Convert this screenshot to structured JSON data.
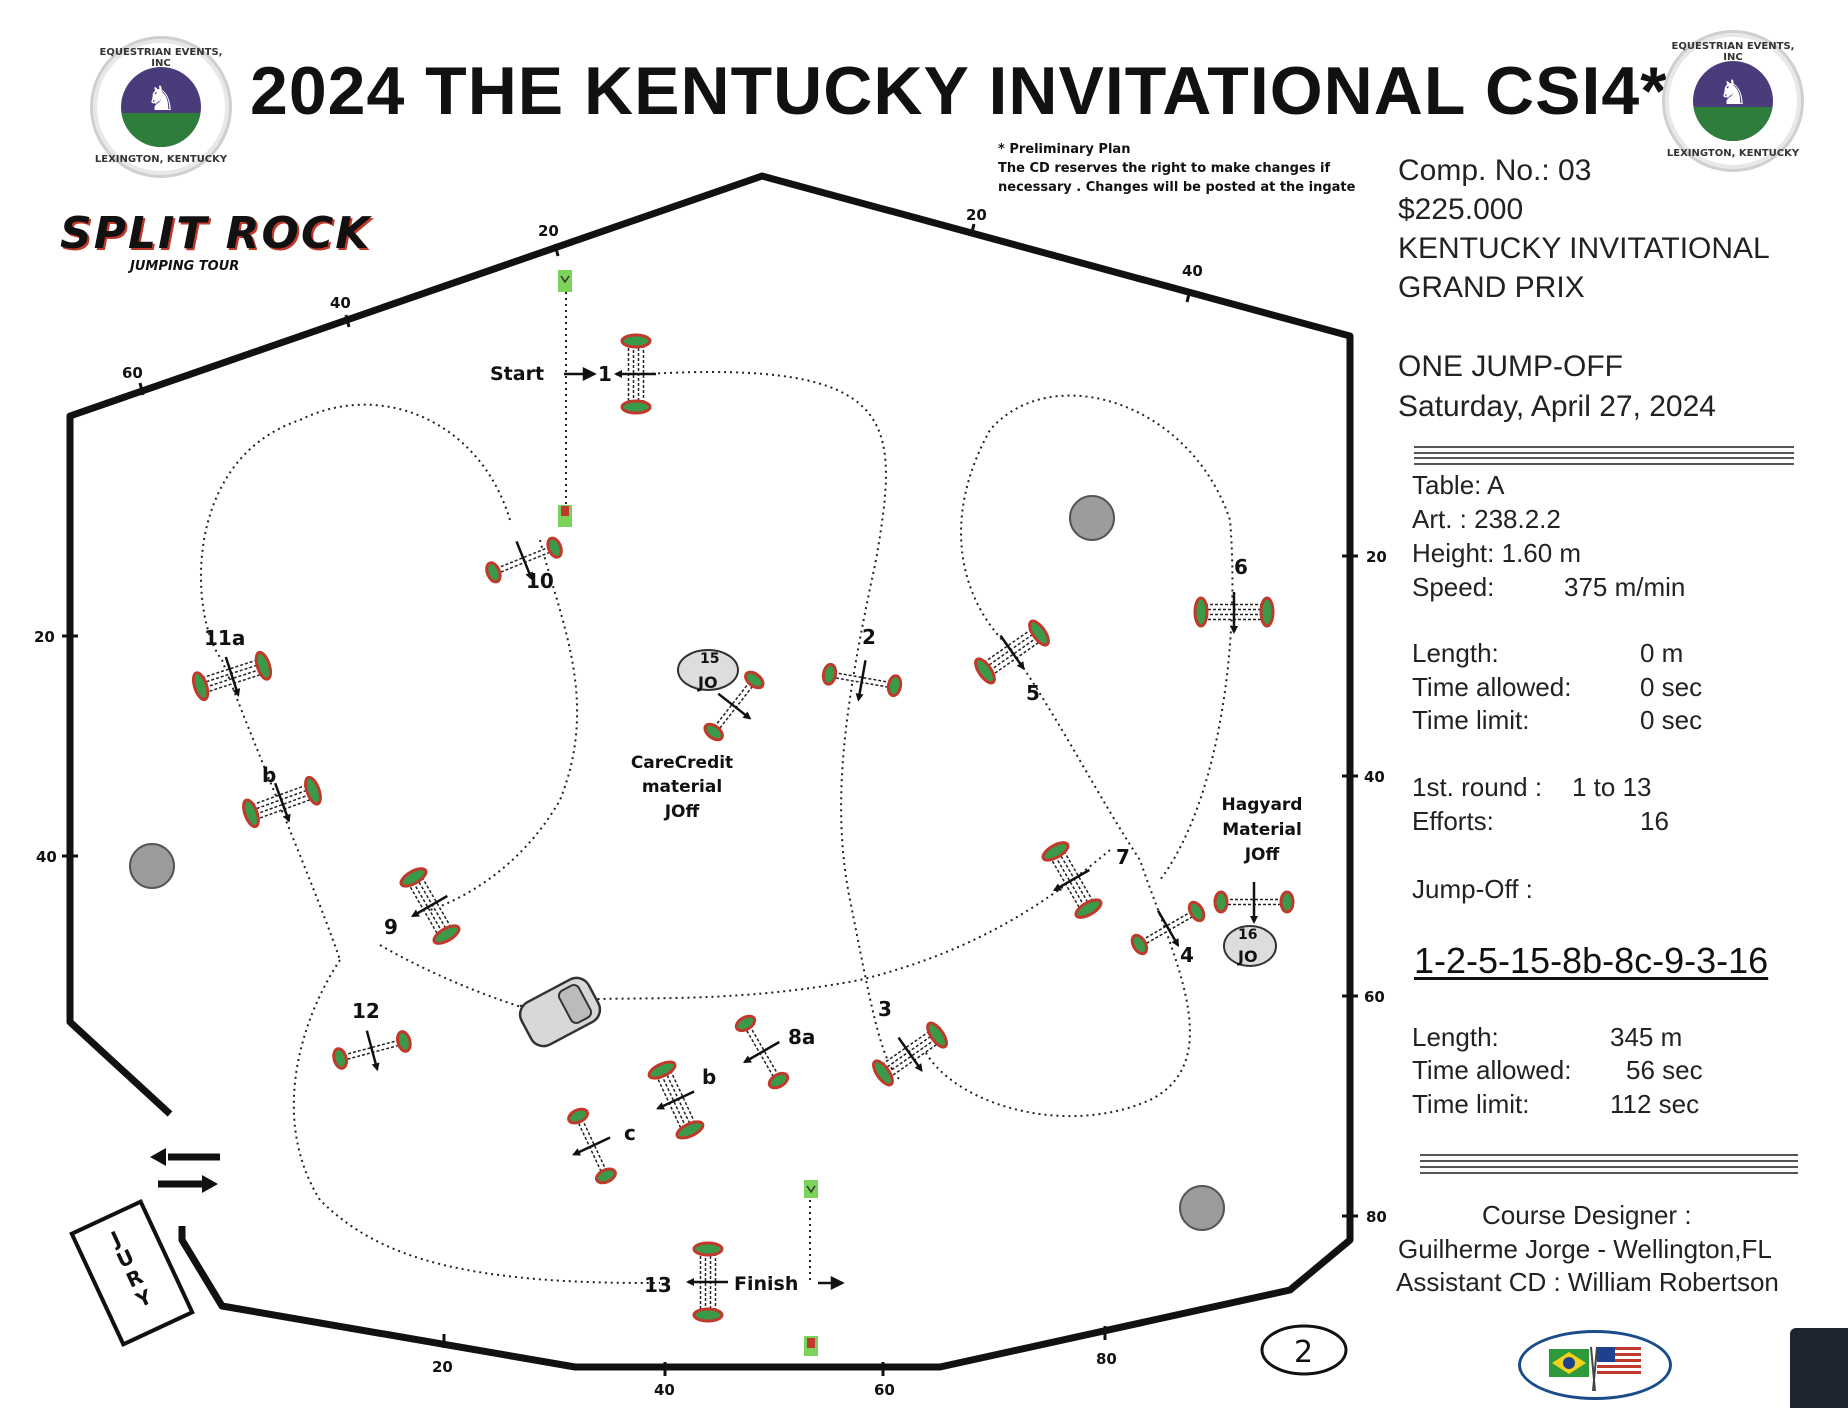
{
  "header": {
    "title": "2024  THE KENTUCKY INVITATIONAL  CSI4*",
    "logo_left_text_top": "EQUESTRIAN EVENTS, INC",
    "logo_left_text_bottom": "LEXINGTON, KENTUCKY",
    "logo_right_text_top": "EQUESTRIAN EVENTS, INC",
    "logo_right_text_bottom": "LEXINGTON, KENTUCKY",
    "sponsor_brand": "SPLIT ROCK",
    "sponsor_sub": "JUMPING TOUR"
  },
  "notes": {
    "line1": "* Preliminary Plan",
    "line2": "The CD reserves the right to make changes if",
    "line3": "necessary . Changes will be posted at the ingate"
  },
  "competition": {
    "comp_no": "Comp. No.: 03",
    "prize": "$225.000",
    "name1": "KENTUCKY INVITATIONAL",
    "name2": "GRAND PRIX",
    "format": "ONE JUMP-OFF",
    "date": "Saturday, April 27, 2024"
  },
  "specs": {
    "table": "Table: A",
    "art": "Art. :   238.2.2",
    "height": "Height: 1.60  m",
    "speed_label": "Speed:",
    "speed_value": "375  m/min",
    "length_label": "Length:",
    "length_value": "0    m",
    "time_allowed_label": "Time allowed:",
    "time_allowed_value": "0  sec",
    "time_limit_label": "Time limit:",
    "time_limit_value": "0  sec",
    "round_label": "1st. round :",
    "round_value": "1  to 13",
    "efforts_label": "Efforts:",
    "efforts_value": "16",
    "jumpoff_label": "Jump-Off  :",
    "jumpoff_sequence": "1-2-5-15-8b-8c-9-3-16",
    "jo_length_label": "Length:",
    "jo_length_value": "345    m",
    "jo_time_allowed_label": "Time allowed:",
    "jo_time_allowed_value": "56  sec",
    "jo_time_limit_label": "Time limit:",
    "jo_time_limit_value": "112  sec"
  },
  "designer": {
    "label": "Course Designer  :",
    "name": "Guilherme Jorge - Wellington,FL",
    "assistant": "Assistant CD : William Robertson"
  },
  "arena": {
    "top_scale": [
      "60",
      "40",
      "20",
      "20",
      "40"
    ],
    "left_scale": [
      "20",
      "40"
    ],
    "right_scale": [
      "20",
      "40",
      "60",
      "80"
    ],
    "bottom_scale": [
      "20",
      "40",
      "60",
      "80"
    ],
    "jury": "J\nU\nR\nY",
    "page_number": "2"
  },
  "course": {
    "start": "Start",
    "finish": "Finish",
    "fence_labels": [
      "1",
      "2",
      "3",
      "4",
      "5",
      "6",
      "7",
      "8a",
      "b",
      "c",
      "9",
      "10",
      "11a",
      "b",
      "12",
      "13"
    ],
    "jo_fence_15": "15\nJO",
    "jo_fence_16": "16\nJO",
    "carecredit": [
      "CareCredit",
      "material",
      "JOff"
    ],
    "hagyard": [
      "Hagyard",
      "Material",
      "JOff"
    ]
  },
  "colors": {
    "fence_red": "#c0392b",
    "fence_green": "#3a9a4a",
    "flag_green": "#7ad35a",
    "ink": "#111111"
  }
}
